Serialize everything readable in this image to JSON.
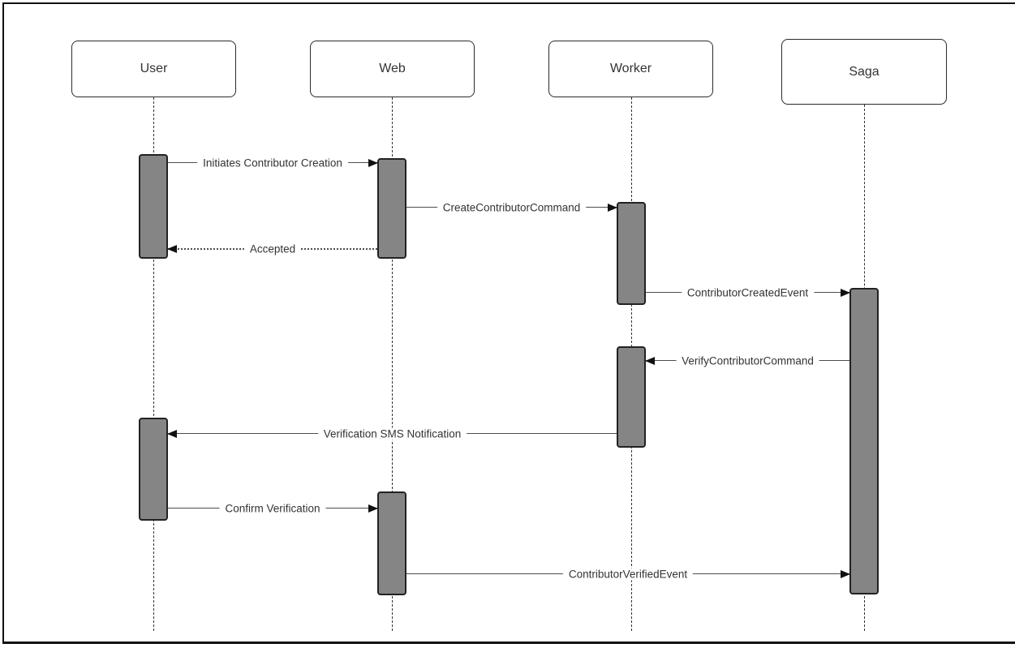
{
  "diagram": {
    "kind": "sequence-diagram",
    "actors": [
      {
        "id": "user",
        "label": "User"
      },
      {
        "id": "web",
        "label": "Web"
      },
      {
        "id": "worker",
        "label": "Worker"
      },
      {
        "id": "saga",
        "label": "Saga"
      }
    ],
    "messages": [
      {
        "from": "user",
        "to": "web",
        "label": "Initiates Contributor Creation",
        "line": "solid",
        "direction": "right"
      },
      {
        "from": "web",
        "to": "worker",
        "label": "CreateContributorCommand",
        "line": "solid",
        "direction": "right"
      },
      {
        "from": "web",
        "to": "user",
        "label": "Accepted",
        "line": "dotted",
        "direction": "left"
      },
      {
        "from": "worker",
        "to": "saga",
        "label": "ContributorCreatedEvent",
        "line": "solid",
        "direction": "right"
      },
      {
        "from": "saga",
        "to": "worker",
        "label": "VerifyContributorCommand",
        "line": "solid",
        "direction": "left"
      },
      {
        "from": "worker",
        "to": "user",
        "label": "Verification SMS Notification",
        "line": "solid",
        "direction": "left"
      },
      {
        "from": "user",
        "to": "web",
        "label": "Confirm Verification",
        "line": "solid",
        "direction": "right"
      },
      {
        "from": "web",
        "to": "saga",
        "label": "ContributorVerifiedEvent",
        "line": "solid",
        "direction": "right"
      }
    ],
    "colors": {
      "background": "#ffffff",
      "stroke": "#2b2b2b",
      "activation_fill": "#858585",
      "message_line": "#4d4d4d",
      "text": "#333333"
    }
  }
}
